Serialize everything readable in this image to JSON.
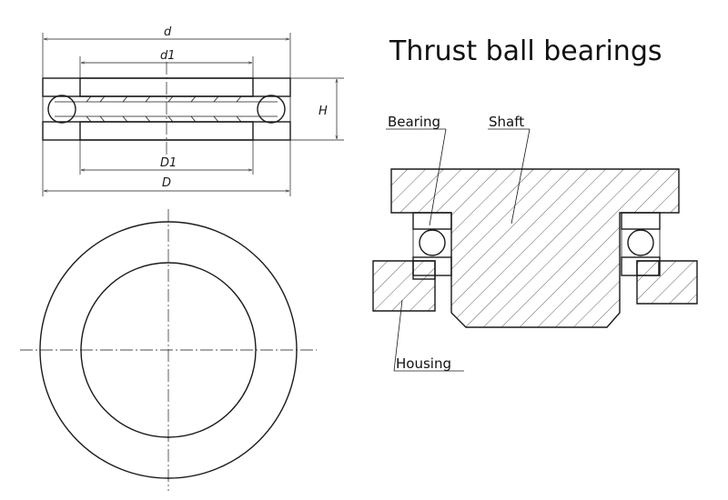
{
  "title": "Thrust ball bearings",
  "dimensions": {
    "d": "d",
    "d1": "d1",
    "D1": "D1",
    "D": "D",
    "H": "H"
  },
  "labels": {
    "bearing": "Bearing",
    "shaft": "Shaft",
    "housing": "Housing"
  }
}
